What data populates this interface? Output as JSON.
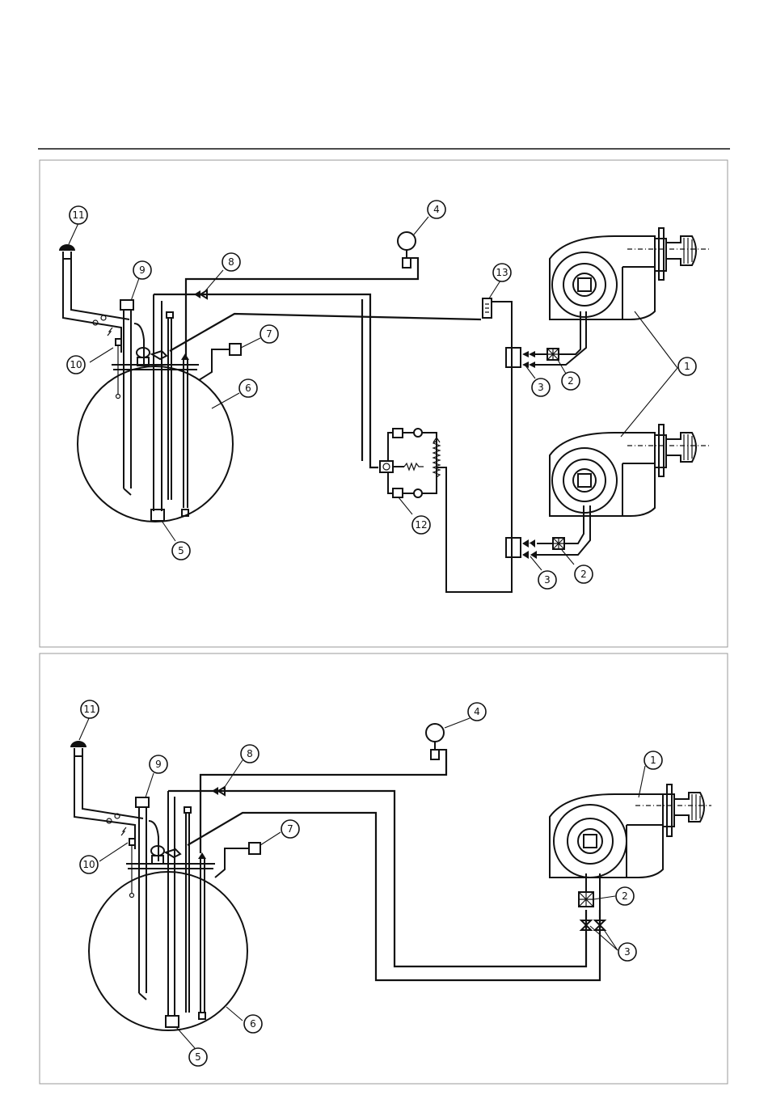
{
  "diagram_top": {
    "labels": {
      "burners": "1",
      "filter": "2",
      "valves": "3",
      "pressure_gauge": "4",
      "foot_valve": "5",
      "tank": "6",
      "level_indicator": "7",
      "check_valve": "8",
      "fill_pipe": "9",
      "electrode": "10",
      "vent": "11",
      "pump_unit": "12",
      "thermometer": "13",
      "filter_lower": "2",
      "valves_lower": "3"
    }
  },
  "diagram_bottom": {
    "labels": {
      "burner": "1",
      "filter": "2",
      "valves": "3",
      "pressure_gauge": "4",
      "foot_valve": "5",
      "tank": "6",
      "level_indicator": "7",
      "check_valve": "8",
      "fill_pipe": "9",
      "electrode": "10",
      "vent": "11"
    }
  }
}
